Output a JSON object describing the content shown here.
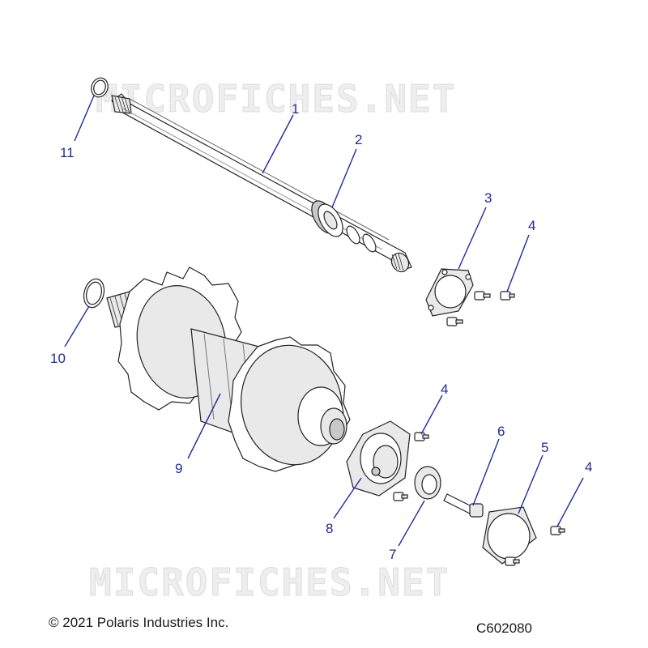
{
  "watermark": {
    "text": "MICROFICHES.NET"
  },
  "copyright": "© 2021 Polaris Industries Inc.",
  "diagram_code": "C602080",
  "callouts": [
    {
      "id": "1",
      "label": "1"
    },
    {
      "id": "2",
      "label": "2"
    },
    {
      "id": "3",
      "label": "3"
    },
    {
      "id": "4a",
      "label": "4"
    },
    {
      "id": "4b",
      "label": "4"
    },
    {
      "id": "4c",
      "label": "4"
    },
    {
      "id": "5",
      "label": "5"
    },
    {
      "id": "6",
      "label": "6"
    },
    {
      "id": "7",
      "label": "7"
    },
    {
      "id": "8",
      "label": "8"
    },
    {
      "id": "9",
      "label": "9"
    },
    {
      "id": "10",
      "label": "10"
    },
    {
      "id": "11",
      "label": "11"
    }
  ],
  "colors": {
    "callout": "#1f2aa0",
    "line": "#222222",
    "watermark": "#dcdcdc"
  }
}
